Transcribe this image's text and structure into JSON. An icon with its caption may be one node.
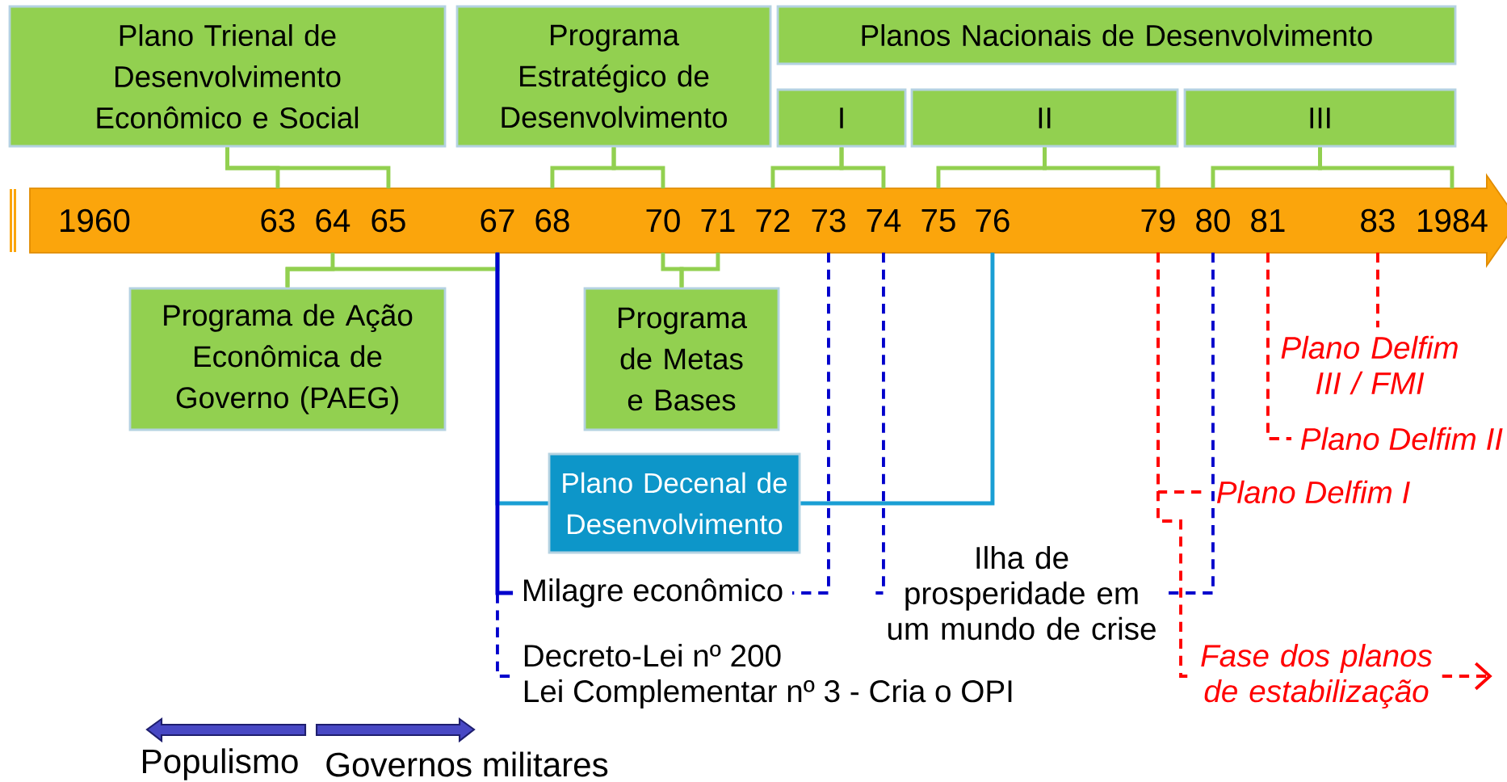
{
  "diagram": {
    "nodes": [
      {
        "text": [
          "Plano Trienal de Desenvolvimento Econômico e Social"
        ]
      },
      {
        "text": [
          "Programa Estratégico de Desenvolvimento"
        ]
      },
      {
        "text": [
          "Planos Nacionais de Desenvolvimento"
        ]
      },
      {
        "text": [
          "I"
        ]
      },
      {
        "text": [
          "II"
        ]
      },
      {
        "text": [
          "III"
        ]
      },
      {
        "text": [],
        "shape": "arrow"
      },
      {
        "text": [
          "1960"
        ],
        "in": 6
      },
      {
        "text": [
          "63"
        ],
        "in": 6
      },
      {
        "text": [
          "64"
        ],
        "in": 6
      },
      {
        "text": [
          "65"
        ],
        "in": 6
      },
      {
        "text": [
          "67"
        ],
        "in": 6
      },
      {
        "text": [
          "68"
        ],
        "in": 6
      },
      {
        "text": [
          "70"
        ],
        "in": 6
      },
      {
        "text": [
          "71"
        ],
        "in": 6
      },
      {
        "text": [
          "72"
        ],
        "in": 6
      },
      {
        "text": [
          "73"
        ],
        "in": 6
      },
      {
        "text": [
          "74"
        ],
        "in": 6
      },
      {
        "text": [
          "75"
        ],
        "in": 6
      },
      {
        "text": [
          "76"
        ],
        "in": 6
      },
      {
        "text": [
          "79"
        ],
        "in": 6
      },
      {
        "text": [
          "80"
        ],
        "in": 6
      },
      {
        "text": [
          "81"
        ],
        "in": 6
      },
      {
        "text": [
          "83"
        ],
        "in": 6
      },
      {
        "text": [
          "1984"
        ],
        "in": 6
      },
      {
        "text": [
          "Programa de Ação Econômica de Governo (PAEG)"
        ]
      },
      {
        "text": [
          "Programa de Metas e Bases"
        ]
      },
      {
        "text": [
          "Plano Delfim III / FMI"
        ]
      },
      {
        "text": [
          "Plano Delfim II"
        ]
      },
      {
        "text": [
          "Plano Decenal de Desenvolvimento"
        ]
      },
      {
        "text": [
          "Plano Delfim I"
        ]
      },
      {
        "text": [
          "Milagre econômico"
        ]
      },
      {
        "text": [
          "Ilha de prosperidade em um mundo de crise"
        ]
      },
      {
        "text": [
          "Decreto-Lei nº 200",
          "Lei Complementar nº 3 - Cria o OPI"
        ]
      },
      {
        "text": [
          "Fase dos planos de estabilização"
        ]
      }
    ],
    "edges": [
      {
        "from": 0,
        "to": 8,
        "arrow": "none"
      },
      {
        "from": 0,
        "to": 10,
        "arrow": "none"
      },
      {
        "from": 1,
        "to": 12,
        "arrow": "none"
      },
      {
        "from": 1,
        "to": 13,
        "arrow": "none"
      },
      {
        "from": 3,
        "to": 15,
        "arrow": "none"
      },
      {
        "from": 3,
        "to": 17,
        "arrow": "none"
      },
      {
        "from": 4,
        "to": 18,
        "arrow": "none"
      },
      {
        "from": 4,
        "to": 20,
        "arrow": "none"
      },
      {
        "from": 5,
        "to": 21,
        "arrow": "none"
      },
      {
        "from": 5,
        "to": 24,
        "arrow": "none"
      },
      {
        "from": 9,
        "to": 25,
        "arrow": "none"
      },
      {
        "from": 11,
        "to": 25,
        "arrow": "none"
      },
      {
        "from": 13,
        "to": 26,
        "arrow": "none"
      },
      {
        "from": 14,
        "to": 26,
        "arrow": "none"
      },
      {
        "from": 11,
        "to": 29,
        "arrow": "none",
        "color": "#1a9fd4"
      },
      {
        "from": 19,
        "to": 29,
        "arrow": "none",
        "color": "#1a9fd4"
      },
      {
        "from": 11,
        "to": 31,
        "arrow": "none",
        "color": "#0000cc"
      },
      {
        "from": 16,
        "to": 31,
        "arrow": "none",
        "style": "dashed",
        "color": "#0000cc"
      },
      {
        "from": 11,
        "to": 33,
        "arrow": "none",
        "style": "dashed",
        "color": "#0000cc"
      },
      {
        "from": 17,
        "to": 32,
        "arrow": "none",
        "style": "dashed",
        "color": "#0000cc"
      },
      {
        "from": 21,
        "to": 32,
        "arrow": "none",
        "style": "dashed",
        "color": "#0000cc"
      },
      {
        "from": 20,
        "to": 30,
        "arrow": "none",
        "style": "dashed",
        "color": "#ff0000"
      },
      {
        "from": 20,
        "to": 34,
        "arrow": "none",
        "style": "dashed",
        "color": "#ff0000"
      },
      {
        "from": 22,
        "to": 28,
        "arrow": "none",
        "style": "dashed",
        "color": "#ff0000"
      },
      {
        "from": 23,
        "to": 27,
        "arrow": "none",
        "style": "dashed",
        "color": "#ff0000"
      },
      {
        "from": 34,
        "to": null,
        "arrow": "to",
        "style": "dashed",
        "color": "#ff0000"
      }
    ],
    "labels": [
      "Populismo",
      "Governos militares"
    ]
  }
}
